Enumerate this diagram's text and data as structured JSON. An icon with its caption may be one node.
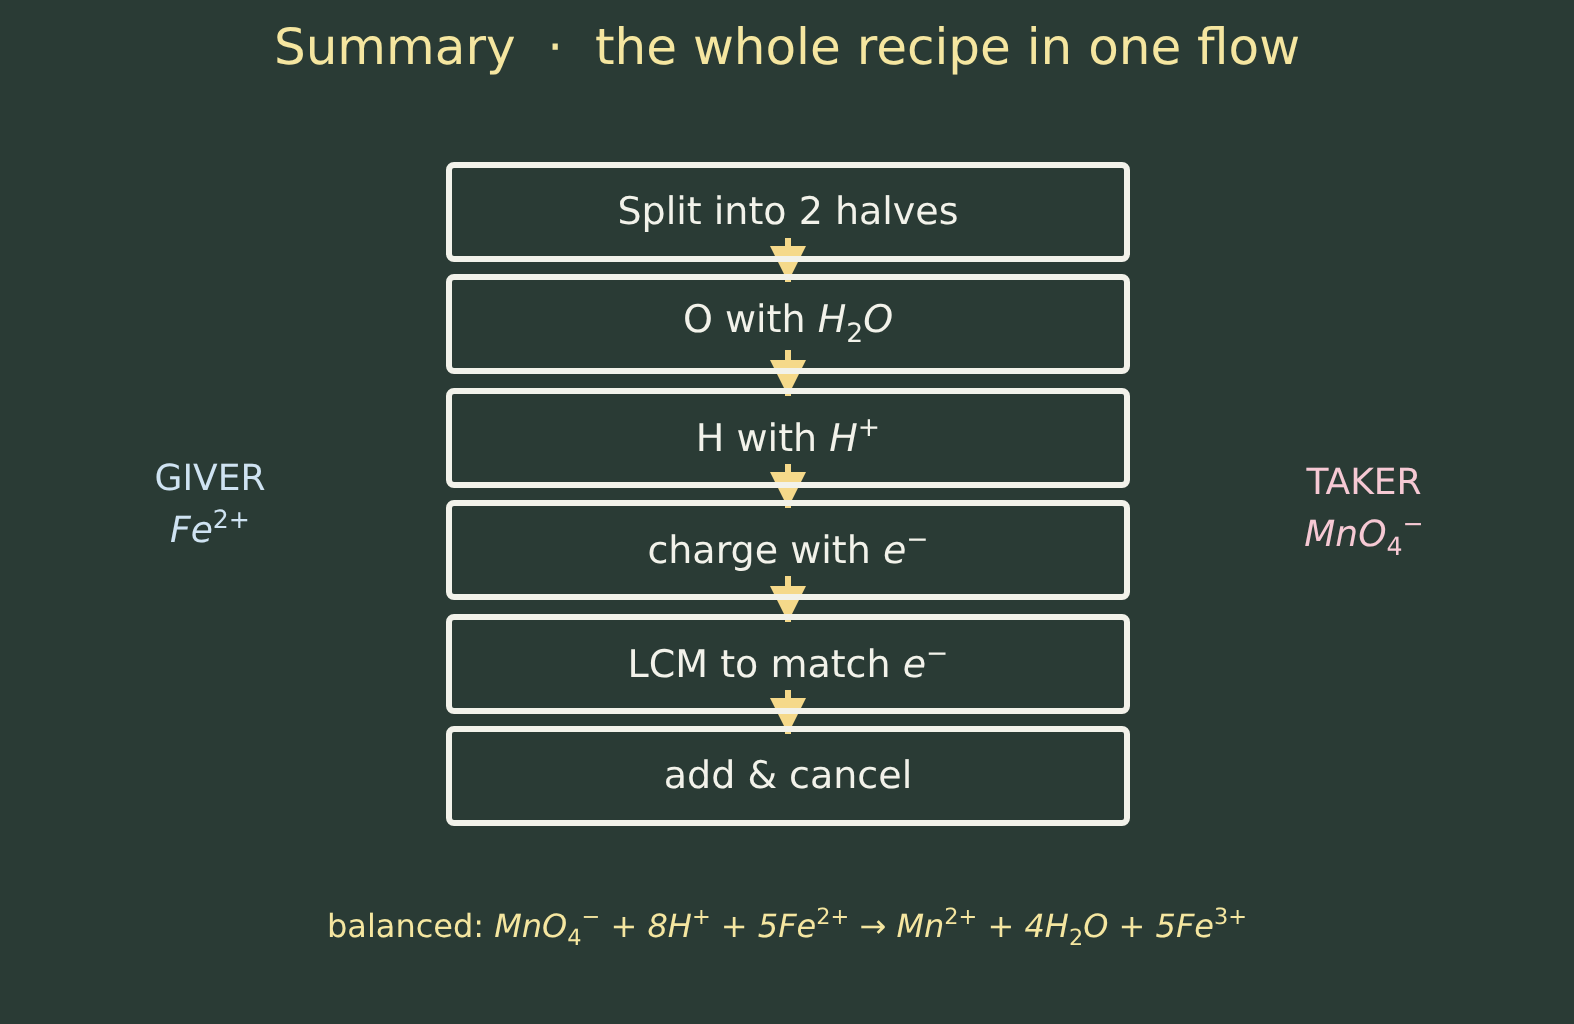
{
  "diagram": {
    "title": "Summary  ·  the whole recipe in one flow",
    "nodes": [
      {
        "text": [
          "Split into 2 halves"
        ]
      },
      {
        "text": [
          "O with *H*$_{2}$*O*"
        ]
      },
      {
        "text": [
          "H with *H*$^{+}$"
        ]
      },
      {
        "text": [
          "charge with *e*$^{−}$"
        ]
      },
      {
        "text": [
          "LCM to match *e*$^{−}$"
        ]
      },
      {
        "text": [
          "add & cancel"
        ]
      }
    ],
    "edges": [
      {
        "from": 0,
        "to": 1,
        "arrow": "to"
      },
      {
        "from": 1,
        "to": 2,
        "arrow": "to"
      },
      {
        "from": 2,
        "to": 3,
        "arrow": "to"
      },
      {
        "from": 3,
        "to": 4,
        "arrow": "to"
      },
      {
        "from": 4,
        "to": 5,
        "arrow": "to"
      }
    ],
    "labels": [
      "GIVER",
      "*Fe*$^{2+}$",
      "TAKER",
      "*MnO*$_{4}$$^{−}$",
      "balanced: *MnO*$_{4}$$^{−}$ + *8H*$^{+}$ + *5Fe*$^{2+}$ → *Mn*$^{2+}$ + *4H*$_{2}$*O* + *5Fe*$^{3+}$"
    ]
  }
}
